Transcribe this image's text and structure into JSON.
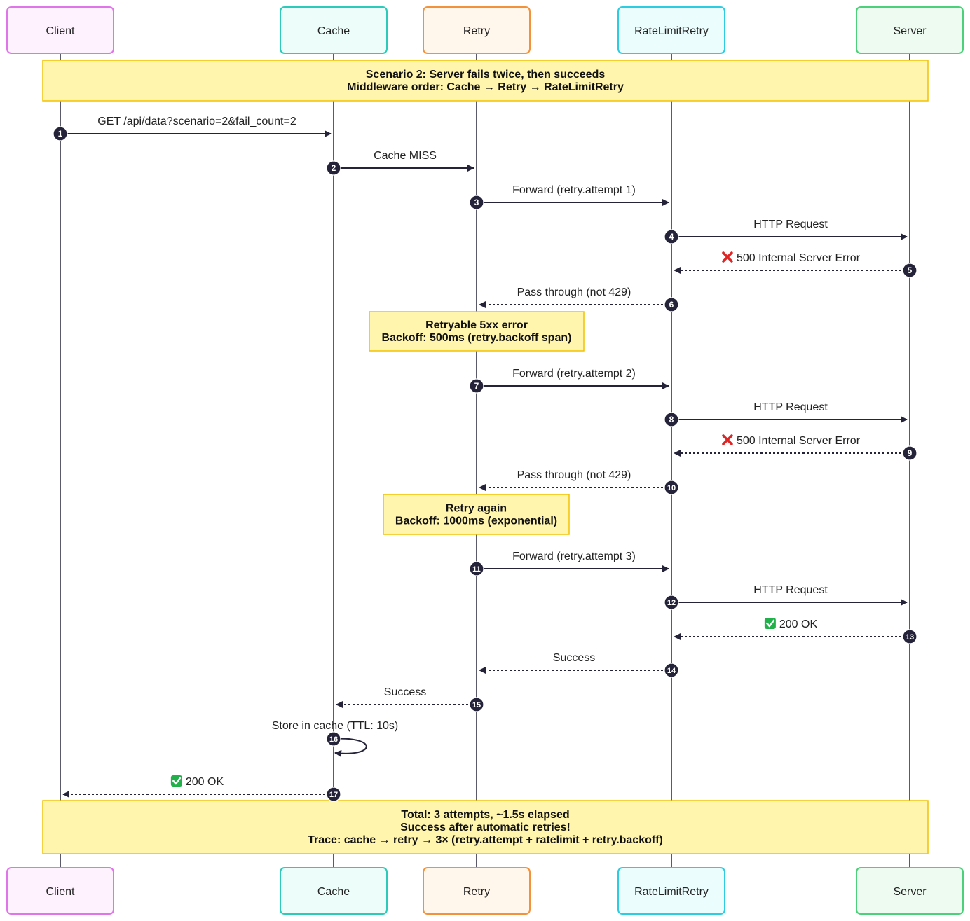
{
  "participants": [
    {
      "id": "client",
      "label": "Client",
      "fill": "#fdf2fd",
      "stroke": "#e075ea"
    },
    {
      "id": "cache",
      "label": "Cache",
      "fill": "#edfdfa",
      "stroke": "#2ccab8"
    },
    {
      "id": "retry",
      "label": "Retry",
      "fill": "#fff6ec",
      "stroke": "#f3923c"
    },
    {
      "id": "ratelimitretry",
      "label": "RateLimitRetry",
      "fill": "#ecfdfe",
      "stroke": "#2ecce0"
    },
    {
      "id": "server",
      "label": "Server",
      "fill": "#eefbf1",
      "stroke": "#4dd07a"
    }
  ],
  "notes": [
    {
      "id": "note-scenario",
      "lines": [
        "Scenario 2: Server fails twice, then succeeds",
        "Middleware order: Cache → Retry → RateLimitRetry"
      ]
    },
    {
      "id": "note-backoff-1",
      "lines": [
        "Retryable 5xx error",
        "Backoff: 500ms (retry.backoff span)"
      ]
    },
    {
      "id": "note-backoff-2",
      "lines": [
        "Retry again",
        "Backoff: 1000ms (exponential)"
      ]
    },
    {
      "id": "note-total",
      "lines": [
        "Total: 3 attempts, ~1.5s elapsed",
        "Success after automatic retries!",
        "Trace: cache → retry → 3× (retry.attempt + ratelimit + retry.backoff)"
      ]
    }
  ],
  "messages": [
    {
      "n": "1",
      "from": "client",
      "to": "cache",
      "label": "GET /api/data?scenario=2&fail_count=2",
      "style": "solid"
    },
    {
      "n": "2",
      "from": "cache",
      "to": "retry",
      "label": "Cache MISS",
      "style": "solid"
    },
    {
      "n": "3",
      "from": "retry",
      "to": "ratelimitretry",
      "label": "Forward (retry.attempt 1)",
      "style": "solid"
    },
    {
      "n": "4",
      "from": "ratelimitretry",
      "to": "server",
      "label": "HTTP Request",
      "style": "solid"
    },
    {
      "n": "5",
      "from": "server",
      "to": "ratelimitretry",
      "label": "500 Internal Server Error",
      "icon": "cross-mark-icon",
      "style": "dashed"
    },
    {
      "n": "6",
      "from": "ratelimitretry",
      "to": "retry",
      "label": "Pass through (not 429)",
      "style": "dashed"
    },
    {
      "n": "7",
      "from": "retry",
      "to": "ratelimitretry",
      "label": "Forward (retry.attempt 2)",
      "style": "solid"
    },
    {
      "n": "8",
      "from": "ratelimitretry",
      "to": "server",
      "label": "HTTP Request",
      "style": "solid"
    },
    {
      "n": "9",
      "from": "server",
      "to": "ratelimitretry",
      "label": "500 Internal Server Error",
      "icon": "cross-mark-icon",
      "style": "dashed"
    },
    {
      "n": "10",
      "from": "ratelimitretry",
      "to": "retry",
      "label": "Pass through (not 429)",
      "style": "dashed"
    },
    {
      "n": "11",
      "from": "retry",
      "to": "ratelimitretry",
      "label": "Forward (retry.attempt 3)",
      "style": "solid"
    },
    {
      "n": "12",
      "from": "ratelimitretry",
      "to": "server",
      "label": "HTTP Request",
      "style": "solid"
    },
    {
      "n": "13",
      "from": "server",
      "to": "ratelimitretry",
      "label": "200 OK",
      "icon": "check-mark-icon",
      "style": "dashed"
    },
    {
      "n": "14",
      "from": "ratelimitretry",
      "to": "retry",
      "label": "Success",
      "style": "dashed"
    },
    {
      "n": "15",
      "from": "retry",
      "to": "cache",
      "label": "Success",
      "style": "dashed"
    },
    {
      "n": "16",
      "from": "cache",
      "to": "cache",
      "label": "Store in cache (TTL: 10s)",
      "style": "self"
    },
    {
      "n": "17",
      "from": "cache",
      "to": "client",
      "label": "200 OK",
      "icon": "check-mark-icon",
      "style": "dashed"
    }
  ],
  "colors": {
    "line": "#24233a",
    "note_fill": "#fff5ad",
    "note_stroke": "#f2c200",
    "badge": "#24233a",
    "cross": "#e02424",
    "check": "#22b04b"
  }
}
